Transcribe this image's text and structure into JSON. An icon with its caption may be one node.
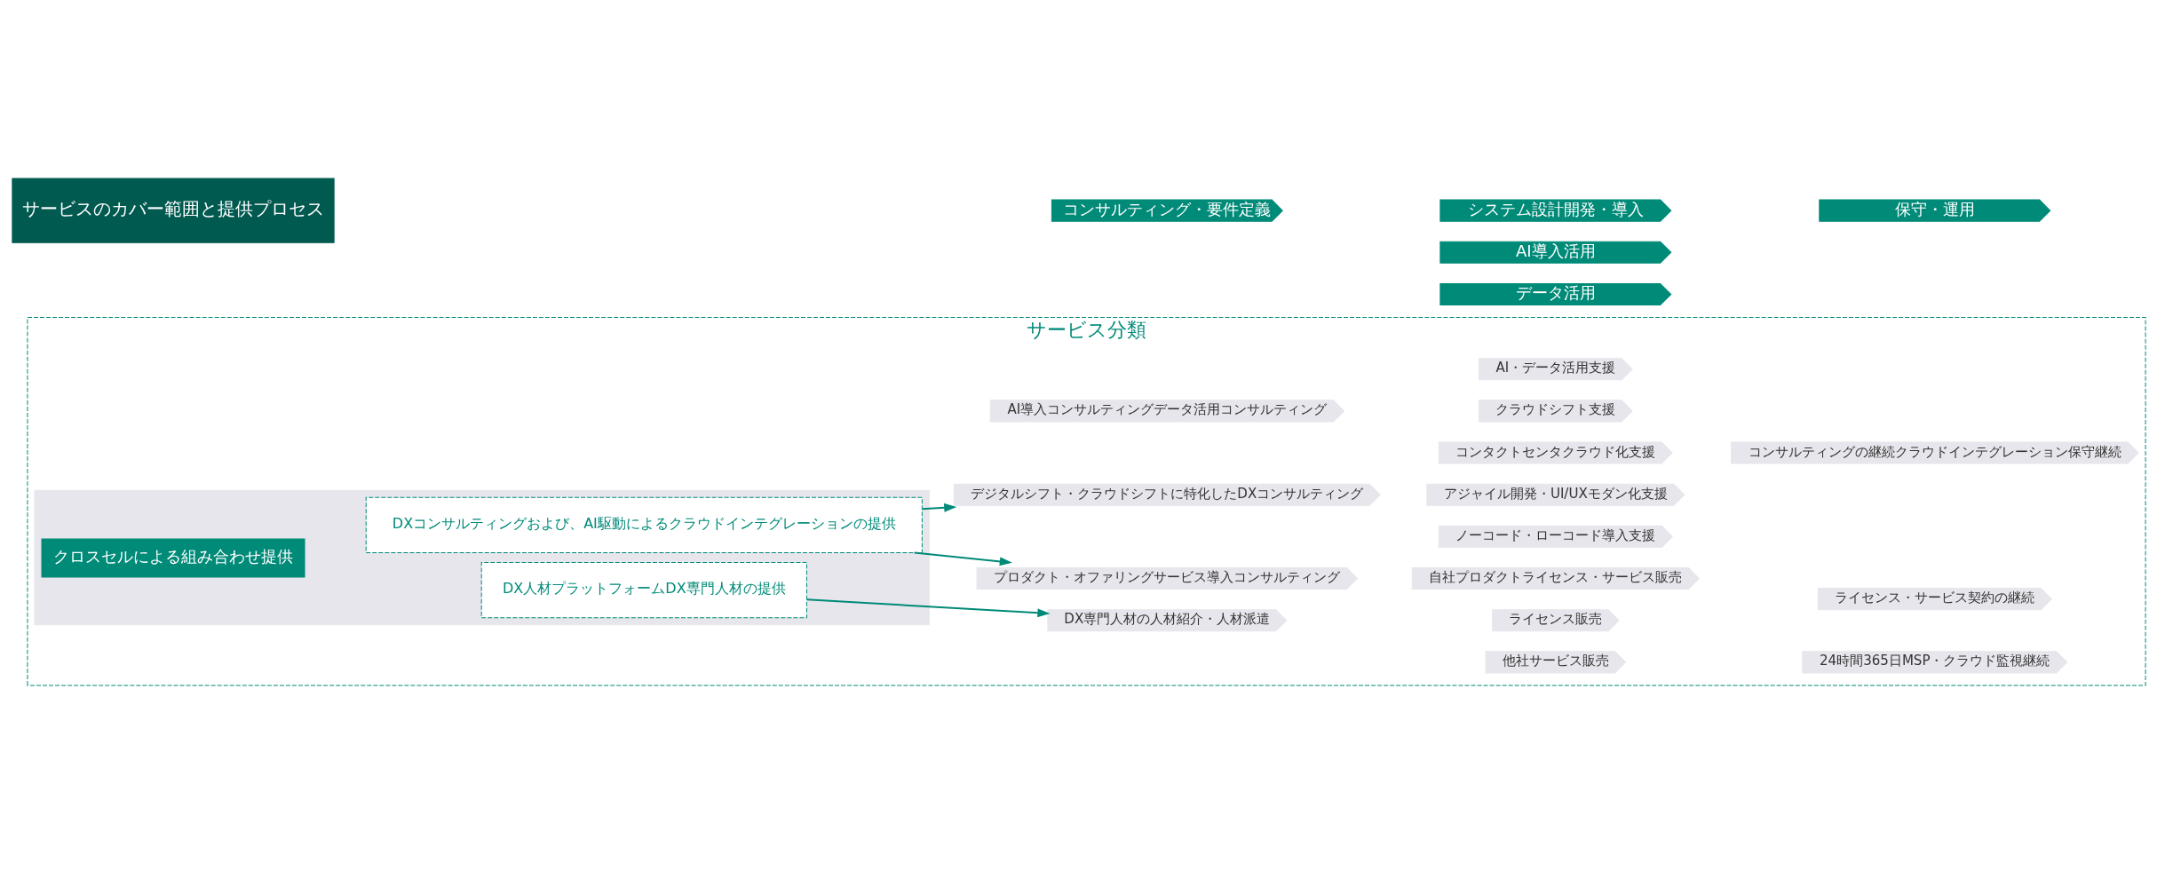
{
  "diagram": {
    "nodes": [
      {
        "text": [
          "サービスのカバー範囲と提供プロセス"
        ]
      },
      {
        "text": [
          "コンサルティング・要件定義"
        ]
      },
      {
        "text": [
          "システム設計開発・導入"
        ]
      },
      {
        "text": [
          "保守・運用"
        ]
      },
      {
        "text": [
          "AI導入活用"
        ]
      },
      {
        "text": [
          "データ活用"
        ]
      },
      {
        "text": [
          "サービス分類"
        ]
      },
      {
        "text": [],
        "shape": "box",
        "in": 6
      },
      {
        "text": [
          "クロスセルによる組み合わせ提供"
        ],
        "in": 7
      },
      {
        "text": [
          "DXコンサルティングおよび、AI駆動によるクラウドインテグレーションの提供"
        ],
        "in": 7
      },
      {
        "text": [
          "DX人材プラットフォームDX専門人材の提供"
        ],
        "in": 7
      },
      {
        "text": [
          "AI導入コンサルティングデータ活用コンサルティング"
        ],
        "in": 6
      },
      {
        "text": [
          "デジタルシフト・クラウドシフトに特化したDXコンサルティング"
        ],
        "in": 6
      },
      {
        "text": [
          "プロダクト・オファリングサービス導入コンサルティング"
        ],
        "in": 6
      },
      {
        "text": [
          "DX専門人材の人材紹介・人材派遣"
        ],
        "in": 6
      },
      {
        "text": [
          "AI・データ活用支援"
        ],
        "in": 6
      },
      {
        "text": [
          "クラウドシフト支援"
        ],
        "in": 6
      },
      {
        "text": [
          "コンタクトセンタクラウド化支援"
        ],
        "in": 6
      },
      {
        "text": [
          "アジャイル開発・UI/UXモダン化支援"
        ],
        "in": 6
      },
      {
        "text": [
          "ノーコード・ローコード導入支援"
        ],
        "in": 6
      },
      {
        "text": [
          "自社プロダクトライセンス・サービス販売"
        ],
        "in": 6
      },
      {
        "text": [
          "ライセンス販売"
        ],
        "in": 6
      },
      {
        "text": [
          "他社サービス販売"
        ],
        "in": 6
      },
      {
        "text": [
          "コンサルティングの継続クラウドインテグレーション保守継続"
        ],
        "in": 6
      },
      {
        "text": [
          "ライセンス・サービス契約の継続"
        ],
        "in": 6
      },
      {
        "text": [
          "24時間365日MSP・クラウド監視継続"
        ],
        "in": 6
      }
    ],
    "edges": [
      {
        "from": 9,
        "to": 12,
        "arrow": "to"
      },
      {
        "from": 9,
        "to": 13,
        "arrow": "to"
      },
      {
        "from": 10,
        "to": 14,
        "arrow": "to"
      }
    ]
  }
}
